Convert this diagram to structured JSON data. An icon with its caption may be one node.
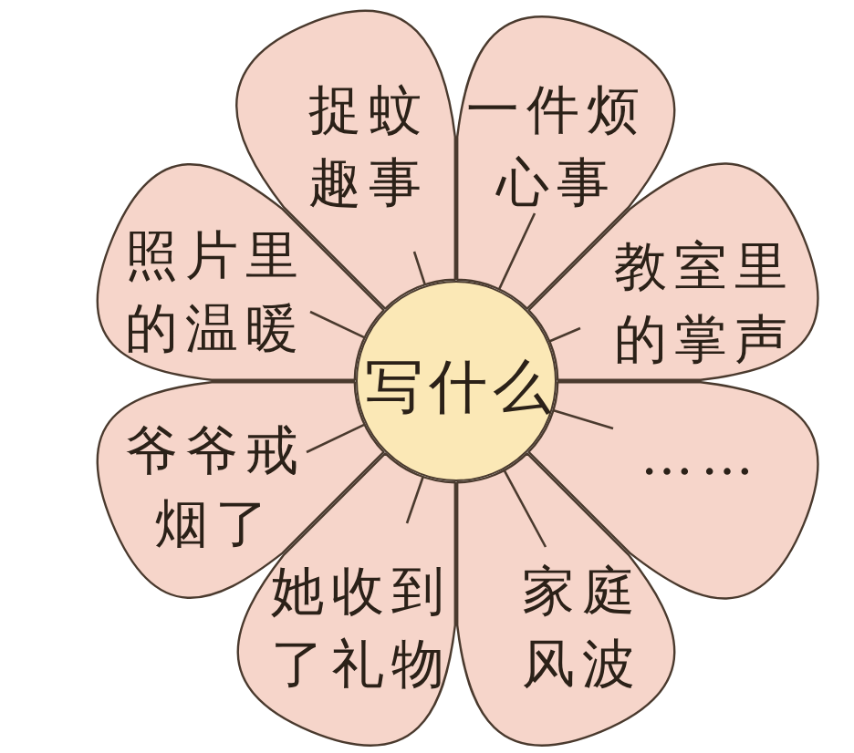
{
  "diagram": {
    "nodes": [
      {
        "text": [
          "写什么"
        ]
      },
      {
        "text": [
          "捉蚊趣事"
        ]
      },
      {
        "text": [
          "一件烦心事"
        ]
      },
      {
        "text": [
          "教室里的掌声"
        ]
      },
      {
        "text": [
          "……"
        ]
      },
      {
        "text": [
          "家庭风波"
        ]
      },
      {
        "text": [
          "她收到了礼物"
        ]
      },
      {
        "text": [
          "爷爷戒烟了"
        ]
      },
      {
        "text": [
          "照片里的温暖"
        ]
      }
    ],
    "edges": [
      {
        "from": 0,
        "to": 1,
        "arrow": "none"
      },
      {
        "from": 0,
        "to": 2,
        "arrow": "none"
      },
      {
        "from": 0,
        "to": 3,
        "arrow": "none"
      },
      {
        "from": 0,
        "to": 4,
        "arrow": "none"
      },
      {
        "from": 0,
        "to": 5,
        "arrow": "none"
      },
      {
        "from": 0,
        "to": 6,
        "arrow": "none"
      },
      {
        "from": 0,
        "to": 7,
        "arrow": "none"
      },
      {
        "from": 0,
        "to": 8,
        "arrow": "none"
      }
    ]
  }
}
